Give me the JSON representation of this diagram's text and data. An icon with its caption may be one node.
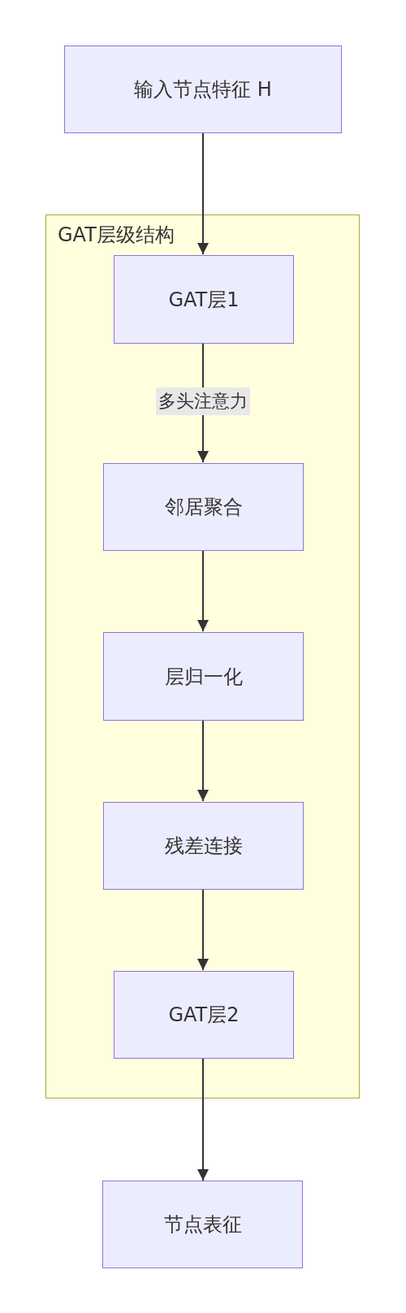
{
  "diagram": {
    "nodes": [
      {
        "text": [
          "输入节点特征 H"
        ]
      },
      {
        "text": [
          "GAT层级结构"
        ]
      },
      {
        "text": [
          "GAT层1"
        ],
        "in": 1
      },
      {
        "text": [
          "邻居聚合"
        ],
        "in": 1
      },
      {
        "text": [
          "层归一化"
        ],
        "in": 1
      },
      {
        "text": [
          "残差连接"
        ],
        "in": 1
      },
      {
        "text": [
          "GAT层2"
        ],
        "in": 1
      },
      {
        "text": [
          "节点表征"
        ]
      }
    ],
    "edges": [
      {
        "from": 0,
        "to": 2,
        "arrow": "to"
      },
      {
        "from": 2,
        "to": 3,
        "arrow": "to",
        "label": "多头注意力"
      },
      {
        "from": 3,
        "to": 4,
        "arrow": "to"
      },
      {
        "from": 4,
        "to": 5,
        "arrow": "to"
      },
      {
        "from": 5,
        "to": 6,
        "arrow": "to"
      },
      {
        "from": 6,
        "to": 7,
        "arrow": "to"
      }
    ]
  }
}
